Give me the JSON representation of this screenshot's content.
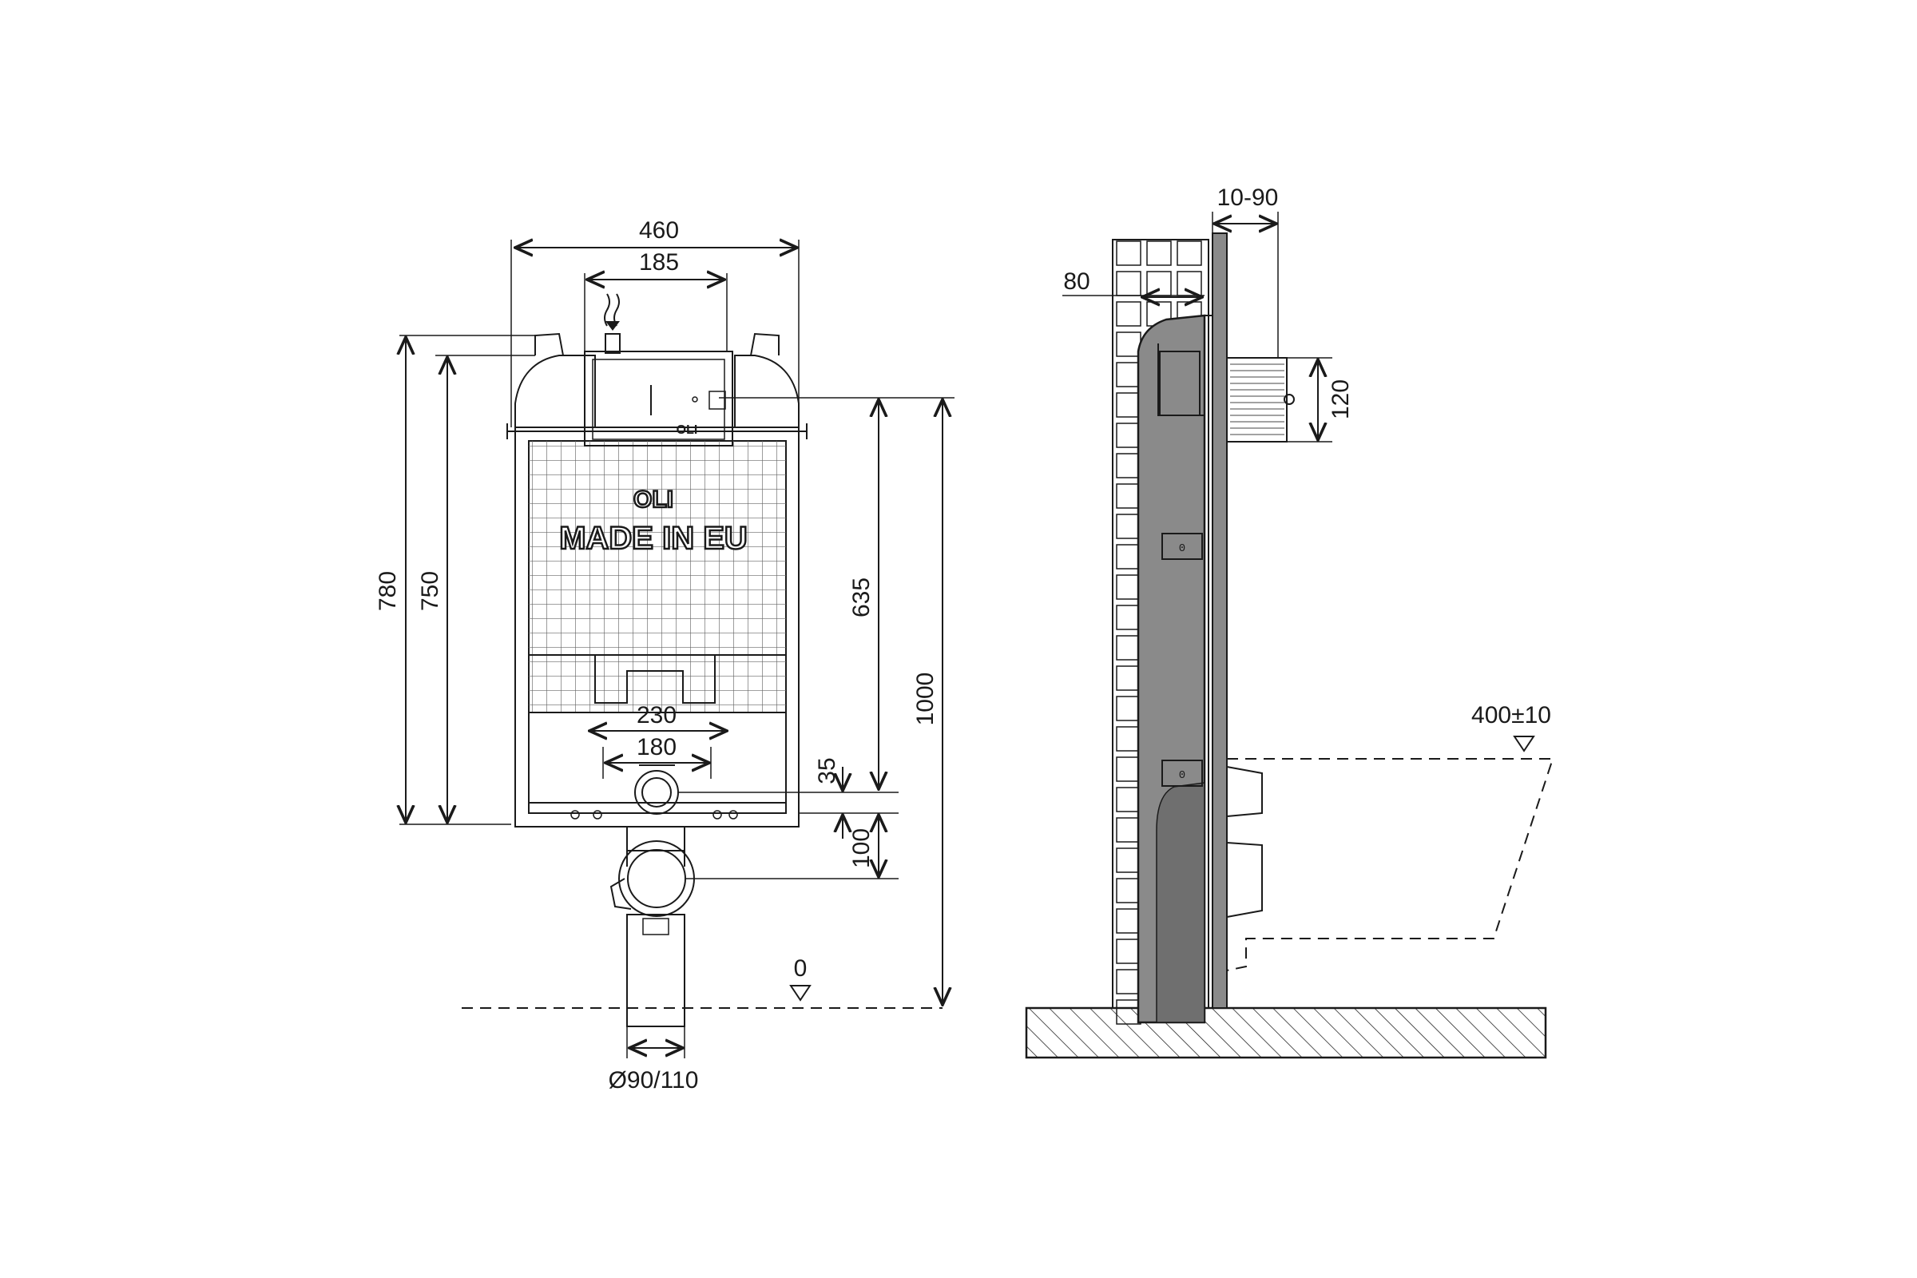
{
  "front_view": {
    "logo_text": "OLI",
    "stamp_text": "MADE IN EU",
    "small_logo": "OLI",
    "dimensions": {
      "width_total": "460",
      "width_top": "185",
      "height_780": "780",
      "height_750": "750",
      "height_635": "635",
      "height_1000": "1000",
      "width_230": "230",
      "width_180": "180",
      "offset_35": "35",
      "offset_100": "100",
      "floor_level": "0",
      "pipe_diameter": "Ø90/110"
    }
  },
  "side_view": {
    "dimensions": {
      "depth_10_90": "10-90",
      "wall_80": "80",
      "box_120": "120",
      "seat_height": "400±10"
    }
  },
  "colors": {
    "line": "#1a1a1a",
    "frame_fill": "#8a8a8a",
    "background": "#ffffff"
  },
  "icons": {
    "water_inlet": "water-inlet-arrow-icon",
    "level_marker": "level-triangle-icon"
  }
}
